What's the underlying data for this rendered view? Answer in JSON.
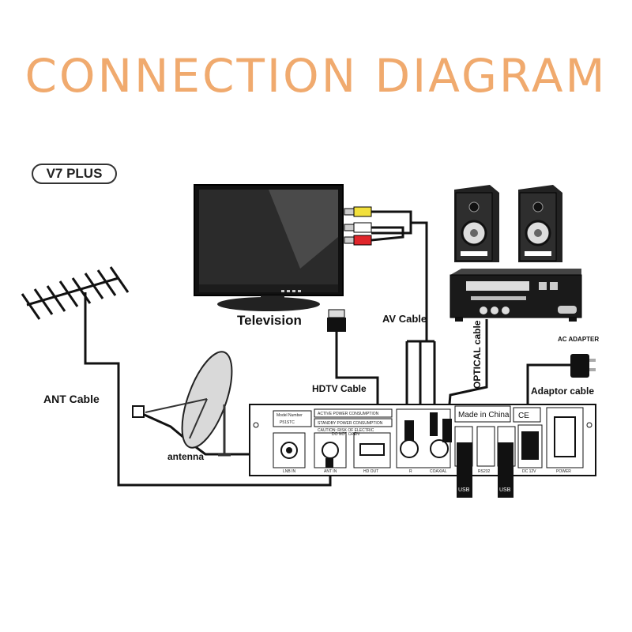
{
  "title": "CONNECTION DIAGRAM",
  "model_badge": "V7 PLUS",
  "labels": {
    "television": "Television",
    "av_cable": "AV Cable",
    "hdtv_cable": "HDTV Cable",
    "optical_cable": "OPTICAL cable",
    "ac_adapter": "AC ADAPTER",
    "adaptor_cable": "Adaptor cable",
    "ant_cable": "ANT Cable",
    "antenna": "antenna"
  },
  "device_panel": {
    "model_number_label": "Model Number",
    "model_number": "P51STC",
    "power_note_1": "ACTIVE POWER CONSUMPTION",
    "power_note_2": "STANDBY POWER CONSUMPTION",
    "caution_1": "CAUTION: RISK OF ELECTRIC",
    "caution_2": "DO NOT OPEN",
    "made_in": "Made in China",
    "ce_mark": "CE",
    "ports": {
      "lnb_in": "LNB IN",
      "ant_in": "ANT IN",
      "hd_out": "HD OUT",
      "r": "R",
      "coaxial": "COAXIAL",
      "rs232": "RS232",
      "dc": "DC 12V",
      "power": "POWER"
    }
  },
  "usb_labels": [
    "USB",
    "USB"
  ],
  "colors": {
    "title": "#f0aa6e",
    "rca_yellow": "#f2e03c",
    "rca_white": "#ffffff",
    "rca_red": "#e0262b"
  }
}
